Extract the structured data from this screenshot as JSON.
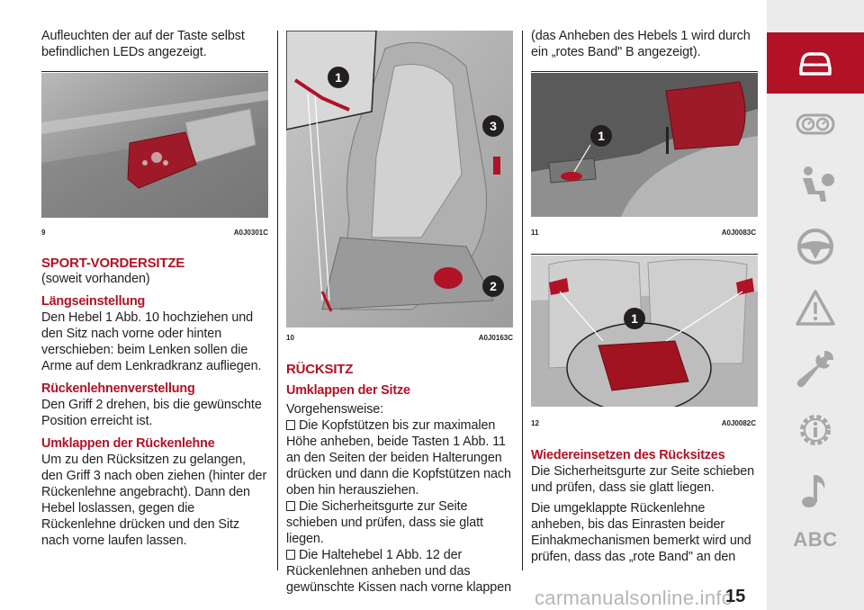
{
  "col1": {
    "intro": "Aufleuchten der auf der Taste selbst befindlichen LEDs angezeigt.",
    "fig9": {
      "num": "9",
      "code": "A0J0301C"
    },
    "section_title": "SPORT-VORDERSITZE",
    "section_sub": "(soweit vorhanden)",
    "h_laengs": "Längseinstellung",
    "p_laengs": "Den Hebel 1 Abb. 10 hochziehen und den Sitz nach vorne oder hinten verschieben: beim Lenken sollen die Arme auf dem Lenkradkranz aufliegen.",
    "h_ruecken": "Rückenlehnenverstellung",
    "p_ruecken": "Den Griff 2 drehen, bis die gewünschte Position erreicht ist.",
    "h_umkl": "Umklappen der Rückenlehne",
    "p_umkl": "Um zu den Rücksitzen zu gelangen, den Griff 3 nach oben ziehen (hinter der Rückenlehne angebracht). Dann den Hebel loslassen, gegen die Rückenlehne drücken und den Sitz nach vorne laufen lassen."
  },
  "col2": {
    "fig10": {
      "num": "10",
      "code": "A0J0163C",
      "callouts": [
        "1",
        "2",
        "3"
      ]
    },
    "section_title": "RÜCKSITZ",
    "h_umkl": "Umklappen der Sitze",
    "p_vorg": "Vorgehensweise:",
    "b1": "Die Kopfstützen bis zur maximalen Höhe anheben, beide Tasten 1 Abb. 11 an den Seiten der beiden Halterungen drücken und dann die Kopfstützen nach oben hin herausziehen.",
    "b2": "Die Sicherheitsgurte zur Seite schieben und prüfen, dass sie glatt liegen.",
    "b3": "Die Haltehebel 1 Abb. 12 der Rückenlehnen anheben und das gewünschte Kissen nach vorne klappen"
  },
  "col3": {
    "intro": "(das Anheben des Hebels 1 wird durch ein „rotes Band\" B angezeigt).",
    "fig11": {
      "num": "11",
      "code": "A0J0083C",
      "callout": "1"
    },
    "fig12": {
      "num": "12",
      "code": "A0J0082C",
      "callout": "1"
    },
    "h_wieder": "Wiedereinsetzen des Rücksitzes",
    "p_w1": "Die Sicherheitsgurte zur Seite schieben und prüfen, dass sie glatt liegen.",
    "p_w2": "Die umgeklappte Rückenlehne anheben, bis das Einrasten beider Einhakmechanismen bemerkt wird und prüfen, dass das „rote Band\" an den"
  },
  "sidebar": {
    "icons": [
      "car-icon",
      "dashboard-gauges-icon",
      "seated-person-airbag-icon",
      "steering-wheel-icon",
      "warning-triangle-icon",
      "wrench-icon",
      "gear-info-icon",
      "music-note-icon"
    ],
    "abc_label": "ABC",
    "active_color": "#b11226"
  },
  "page_number": "15",
  "watermark": "carmanualsonline.info",
  "colors": {
    "accent": "#b11226",
    "text": "#231f20",
    "sidebar_bg": "#ebebeb",
    "sidebar_icon": "#a6a6a6"
  }
}
